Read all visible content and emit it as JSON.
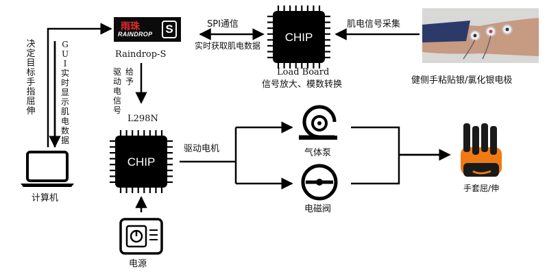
{
  "raindrop": {
    "logo_cn": "雨珠",
    "logo_en": "RAINDROP",
    "logo_s": "S",
    "name": "Raindrop-S",
    "drive_note": "驱动电信号",
    "give_note": "给予"
  },
  "spi": {
    "label": "SPI通信",
    "sublabel": "实时获取肌电数据"
  },
  "load_board": {
    "chip": "CHIP",
    "name": "Load Board",
    "desc": "信号放大、模数转换"
  },
  "emg": {
    "collect_label": "肌电信号采集",
    "electrode_label": "健侧手粘贴银/氯化银电极"
  },
  "computer": {
    "label": "计算机",
    "decide_note": "决定目标手指屈伸",
    "gui_note": "GUI实时显示肌电数据"
  },
  "l298n": {
    "name": "L298N",
    "chip": "CHIP"
  },
  "motor": {
    "label": "驱动电机"
  },
  "pump": {
    "label": "气体泵"
  },
  "valve": {
    "label": "电磁阀"
  },
  "glove": {
    "label": "手套屈/伸"
  },
  "power": {
    "label": "电源"
  }
}
